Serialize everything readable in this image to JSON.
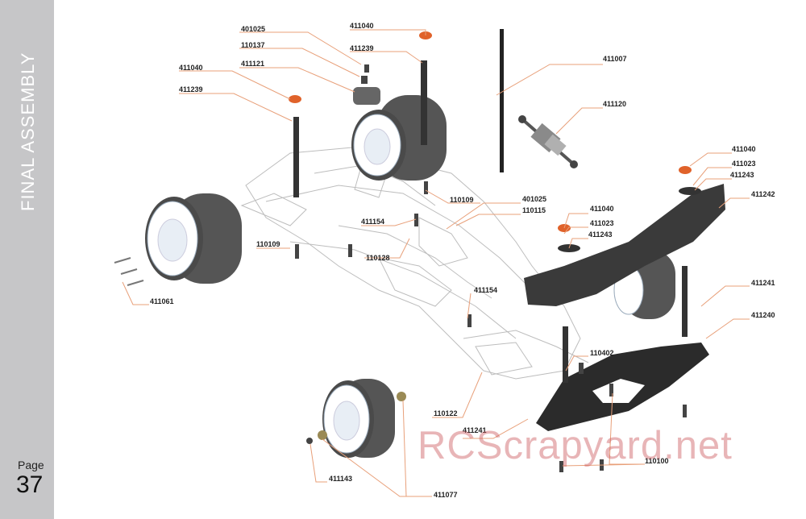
{
  "sidebar": {
    "section_title": "FINAL  ASSEMBLY",
    "page_label": "Page",
    "page_number": "37"
  },
  "watermark": "RCScrapyard.net",
  "part_labels": [
    "411040",
    "411239",
    "401025",
    "110137",
    "411121",
    "411040",
    "411239",
    "411007",
    "411120",
    "411040",
    "411023",
    "411243",
    "411242",
    "110109",
    "401025",
    "110115",
    "411154",
    "411040",
    "411023",
    "411243",
    "110109",
    "110128",
    "411154",
    "411241",
    "411240",
    "110402",
    "411061",
    "110122",
    "411241",
    "110100",
    "411143",
    "411077"
  ],
  "colors": {
    "sidebar": "#c6c6c8",
    "leader_line": "#e8a07a",
    "watermark": "#cd5a5f",
    "tire": "#5a5a5a",
    "accent_orange": "#e0622a"
  }
}
